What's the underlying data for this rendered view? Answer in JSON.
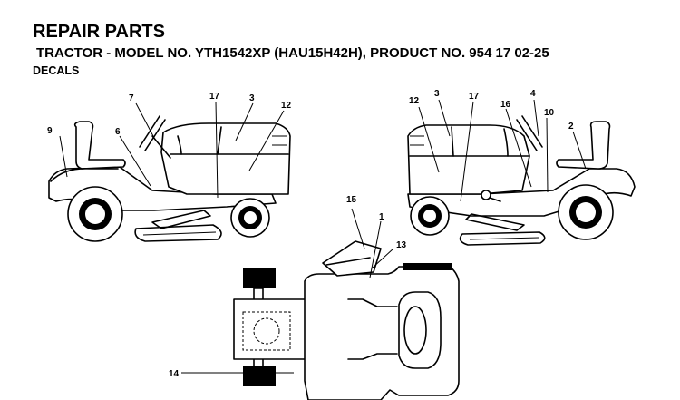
{
  "header": {
    "title": "REPAIR PARTS",
    "subtitle": "TRACTOR - MODEL NO. YTH1542XP (HAU15H42H), PRODUCT NO. 954 17 02-25",
    "section": "DECALS"
  },
  "callouts": {
    "left_tractor": [
      "9",
      "7",
      "6",
      "17",
      "3",
      "12"
    ],
    "right_tractor": [
      "12",
      "3",
      "17",
      "16",
      "4",
      "10",
      "2"
    ],
    "top_view": [
      "15",
      "1",
      "13",
      "14"
    ]
  }
}
